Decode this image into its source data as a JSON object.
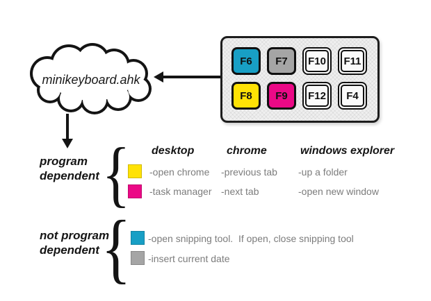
{
  "cloud": {
    "label": "minikeyboard.ahk"
  },
  "keyboard": {
    "keys": [
      {
        "label": "F6",
        "color": "#189FC5"
      },
      {
        "label": "F7",
        "color": "#A5A5A5"
      },
      {
        "label": "F10",
        "color": "#FAFAFA"
      },
      {
        "label": "F11",
        "color": "#FAFAFA"
      },
      {
        "label": "F8",
        "color": "#FFE205"
      },
      {
        "label": "F9",
        "color": "#EB0986"
      },
      {
        "label": "F12",
        "color": "#FAFAFA"
      },
      {
        "label": "F4",
        "color": "#FAFAFA"
      }
    ]
  },
  "legend": {
    "brace": "{",
    "program_dependent": {
      "label_line1": "program",
      "label_line2": "dependent",
      "headers": [
        "desktop",
        "chrome",
        "windows explorer"
      ],
      "rows": [
        {
          "swatch_color": "#FFE205",
          "desktop": "-open chrome",
          "chrome": "-previous tab",
          "explorer": "-up a folder"
        },
        {
          "swatch_color": "#EB0986",
          "desktop": "-task manager",
          "chrome": "-next tab",
          "explorer": "-open new window"
        }
      ]
    },
    "not_program_dependent": {
      "label_line1": "not program",
      "label_line2": "dependent",
      "rows": [
        {
          "swatch_color": "#189FC5",
          "text": "-open snipping tool.  If open, close snipping tool"
        },
        {
          "swatch_color": "#A5A5A5",
          "text": "-insert current date"
        }
      ]
    }
  }
}
